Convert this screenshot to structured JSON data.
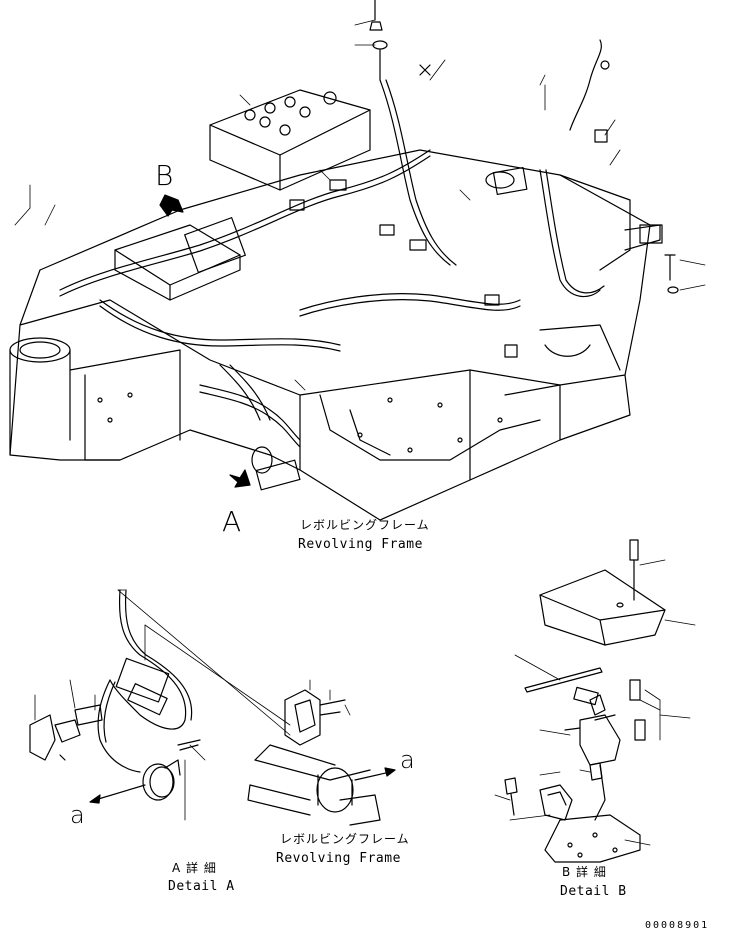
{
  "main_view": {
    "view_letter_a": "A",
    "view_letter_b": "B",
    "frame_label_jp": "レボルビングフレーム",
    "frame_label_en": "Revolving Frame"
  },
  "detail_a": {
    "view_letter": "a",
    "view_letter_2": "a",
    "frame_label_jp": "レボルビングフレーム",
    "frame_label_en": "Revolving Frame",
    "title_jp": "A 詳 細",
    "title_en": "Detail A"
  },
  "detail_b": {
    "title_jp": "B 詳 細",
    "title_en": "Detail B"
  },
  "drawing_number": "00008901"
}
